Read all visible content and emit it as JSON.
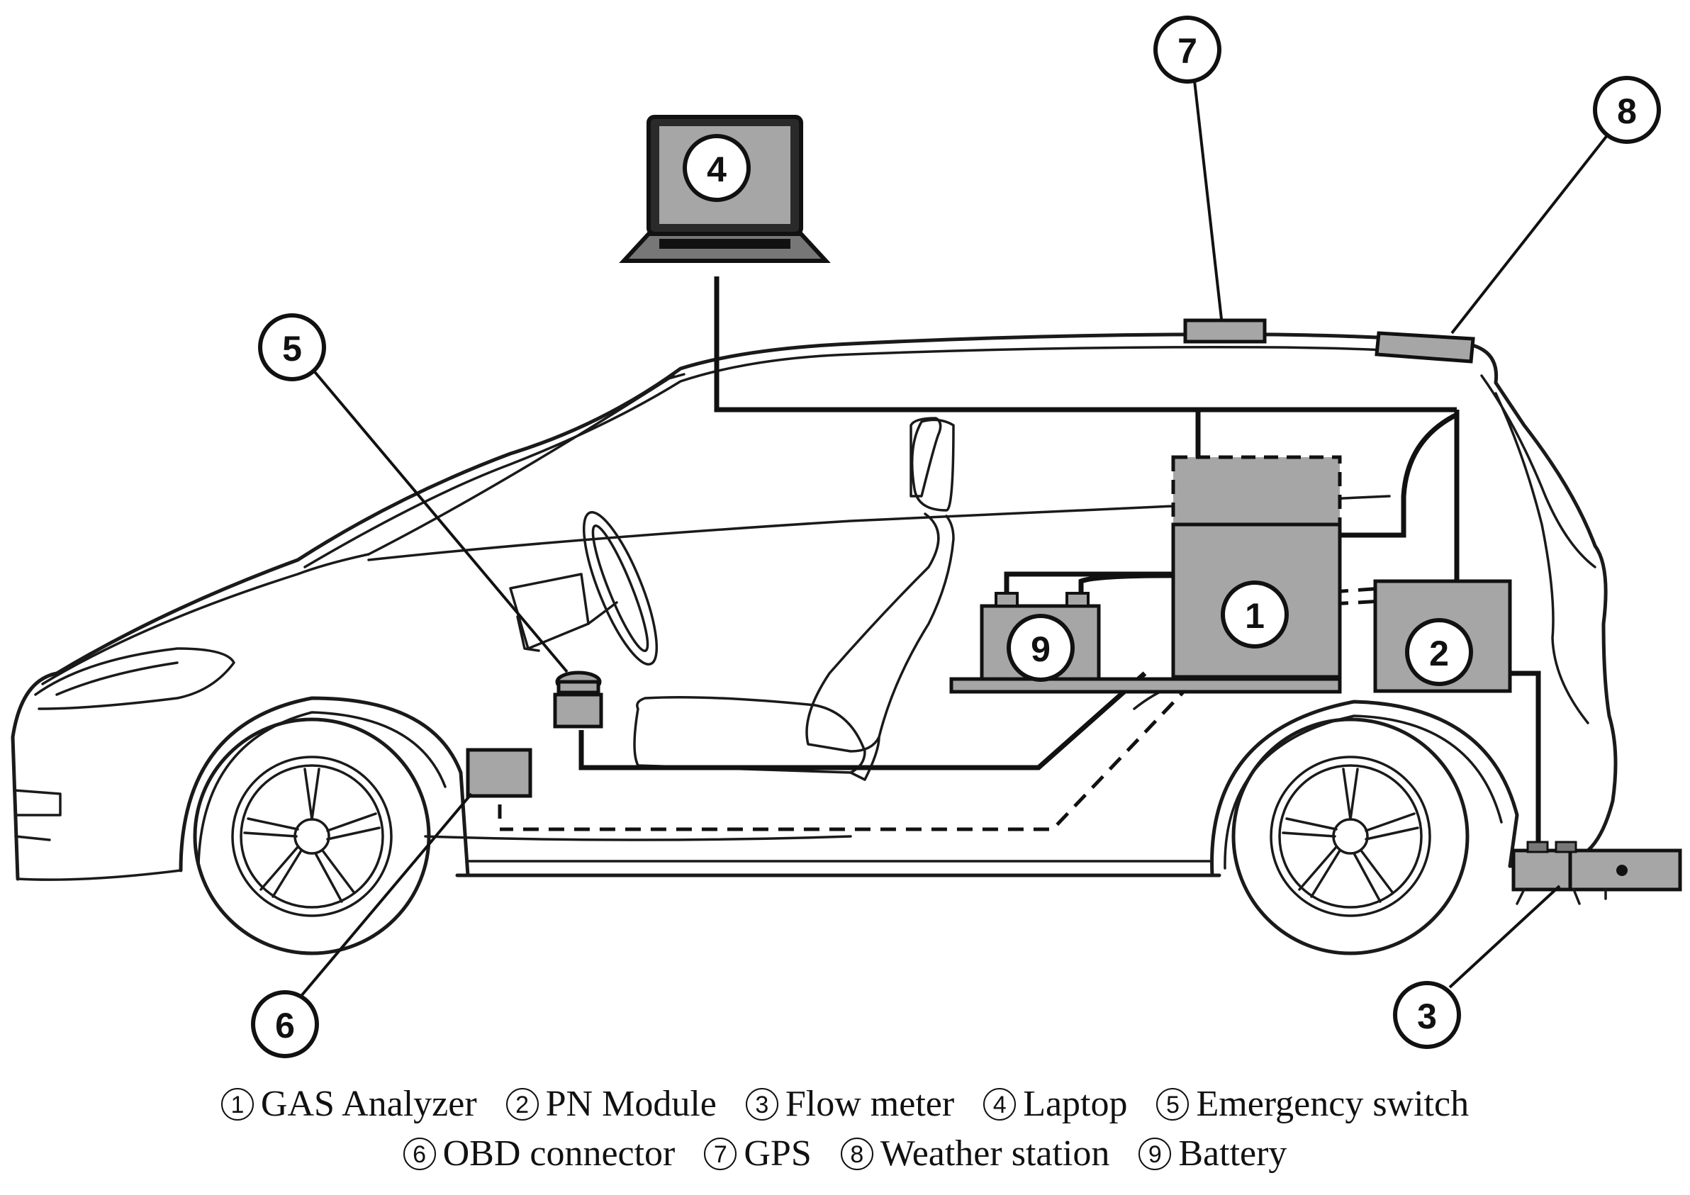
{
  "components": [
    {
      "num": "1",
      "label": "GAS Analyzer"
    },
    {
      "num": "2",
      "label": "PN Module"
    },
    {
      "num": "3",
      "label": "Flow meter"
    },
    {
      "num": "4",
      "label": "Laptop"
    },
    {
      "num": "5",
      "label": "Emergency switch"
    },
    {
      "num": "6",
      "label": "OBD connector"
    },
    {
      "num": "7",
      "label": "GPS"
    },
    {
      "num": "8",
      "label": "Weather station"
    },
    {
      "num": "9",
      "label": "Battery"
    }
  ],
  "colors": {
    "equipment_fill": "#a6a6a6",
    "line": "#111111",
    "background": "#ffffff"
  }
}
